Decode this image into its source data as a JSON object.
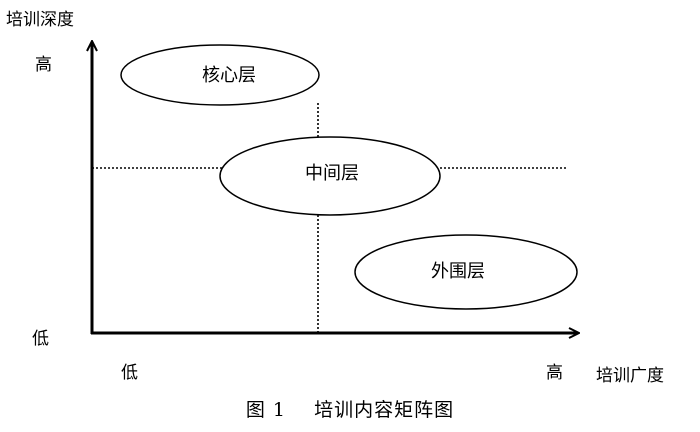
{
  "axes": {
    "y_label": "培训深度",
    "x_label": "培训广度",
    "y_high": "高",
    "y_low": "低",
    "x_low": "低",
    "x_high": "高"
  },
  "layers": {
    "core": "核心层",
    "middle": "中间层",
    "outer": "外围层"
  },
  "caption": "图 1    培训内容矩阵图"
}
